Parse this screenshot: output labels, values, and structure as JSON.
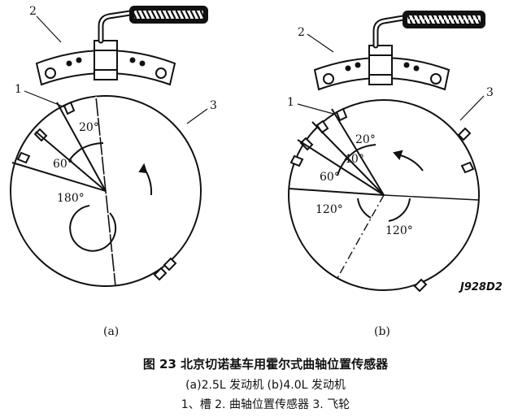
{
  "figure": {
    "label_a": "(a)",
    "label_b": "(b)",
    "code": "J928D2",
    "caption_title": "图 23   北京切诺基车用霍尔式曲轴位置传感器",
    "caption_line2": "(a)2.5L 发动机   (b)4.0L 发动机",
    "caption_line3": "1、槽   2. 曲轴位置传感器   3. 飞轮"
  },
  "diagram_a": {
    "callouts": [
      "1",
      "2",
      "3"
    ],
    "angles": [
      "20°",
      "60°",
      "180°"
    ]
  },
  "diagram_b": {
    "callouts": [
      "1",
      "2",
      "3"
    ],
    "angles": [
      "20°",
      "40°",
      "60°",
      "120°",
      "120°"
    ]
  }
}
